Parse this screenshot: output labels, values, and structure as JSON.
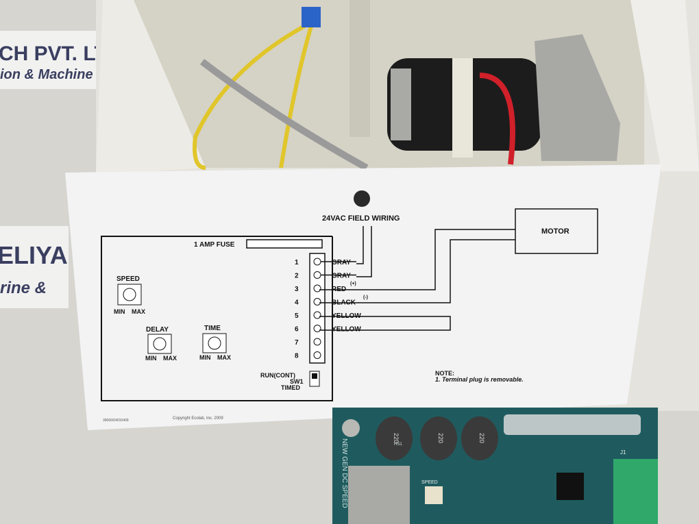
{
  "background_sign": {
    "line1": "CH PVT. LT",
    "line2": "ion & Machine",
    "line3": "ELIYA",
    "line4": "rine &"
  },
  "label": {
    "title": "24VAC FIELD WIRING",
    "fuse": "1 AMP FUSE",
    "motor": "MOTOR",
    "speed": "SPEED",
    "delay": "DELAY",
    "time": "TIME",
    "min": "MIN",
    "max": "MAX",
    "terminals": [
      "1",
      "2",
      "3",
      "4",
      "5",
      "6",
      "7",
      "8"
    ],
    "wires": [
      "GRAY",
      "GRAY",
      "RED",
      "BLACK",
      "YELLOW",
      "YELLOW"
    ],
    "red_polarity": "(+)",
    "black_polarity": "(-)",
    "switch_run": "RUN(CONT)",
    "switch_name": "SW1",
    "switch_timed": "TIMED",
    "note_title": "NOTE:",
    "note_1": "1. Terminal plug is removable.",
    "part_number": "39066/04010409",
    "copyright": "Copyright Ecolab, Inc. 2009"
  },
  "pcb": {
    "silkscreen": "NEW GEN DC SPEED",
    "cap_label": "220",
    "speed_label": "SPEED",
    "connector": "J1",
    "hs": "HS1"
  }
}
